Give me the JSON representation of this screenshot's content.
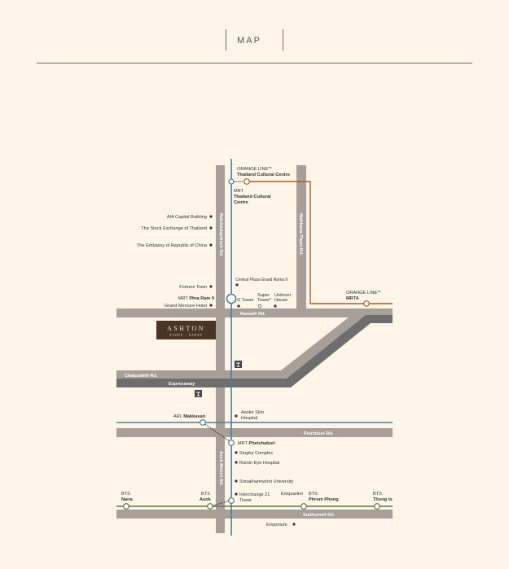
{
  "header": {
    "title": "MAP"
  },
  "colors": {
    "background": "#fcf5e8",
    "road": "#a79f98",
    "expressway": "#6e6e6e",
    "mrt_blue": "#4a7fa6",
    "orange_line": "#b35a1f",
    "bts_green": "#5a7a3a",
    "logo_bg": "#4a3426"
  },
  "project": {
    "name": "ASHTON",
    "sub": "ASOKE - RAMA9"
  },
  "roads": {
    "ratchadaphisek": "Ratchadaphisek Rd.",
    "walthana_thani": "Walthana Thani Rd.",
    "rama9": "RamaIX Rd.",
    "chaturathit": "Chaturathit Rd.",
    "expressway": "Expressway",
    "petchburi": "Petchburi Rd.",
    "asok_montri": "Asok Montri Rd.",
    "sukhumvit": "Sukhumvit Rd."
  },
  "stations": {
    "orange_tcc_1": "ORANGE LINE**",
    "orange_tcc_2": "Thailand Cultural Centre",
    "mrt_tcc_1": "MRT",
    "mrt_tcc_2": "Thailand Cultural",
    "mrt_tcc_3": "Centre",
    "orange_mrta_1": "ORANGE LINE**",
    "orange_mrta_2": "MRTA",
    "mrt_rama9_prefix": "MRT",
    "mrt_rama9_name": "Phra Ram 9",
    "arl_prefix": "ARL",
    "arl_name": "Makkasan",
    "mrt_phet_prefix": "MRT",
    "mrt_phet_name": "Phetchaburi",
    "bts_nana_1": "BTS",
    "bts_nana_2": "Nana",
    "bts_asok_1": "BTS",
    "bts_asok_2": "Asok",
    "bts_phrom_prefix": "BTS",
    "bts_phrom_name": "Phrom Phong",
    "bts_thong_1": "BTS",
    "bts_thong_2": "Thong lo"
  },
  "places": {
    "aia": "AIA Capital Building",
    "set": "The Stock Exchange of Thailand",
    "embassy": "The Embassy of Republic of China",
    "central": "Central Plaza Grand Rama 9",
    "fortune": "Fortune Town",
    "g_tower": "G Tower",
    "super_tower_1": "Super",
    "super_tower_2": "Tower*",
    "unilever_1": "Unilever",
    "unilever_2": "House",
    "grand_mercure": "Grand Mercure Hotel",
    "asoke_skin_1": "Asoke Skin",
    "asoke_skin_2": "Hospital",
    "singha": "Singha Complex",
    "rutnin": "Rutnin Eye Hospital",
    "swu": "Srinakharinwirot University",
    "interchange_1": "Interchange 21",
    "interchange_2": "Tower",
    "emquartier": "Emquartier",
    "emporium": "Emporium"
  }
}
